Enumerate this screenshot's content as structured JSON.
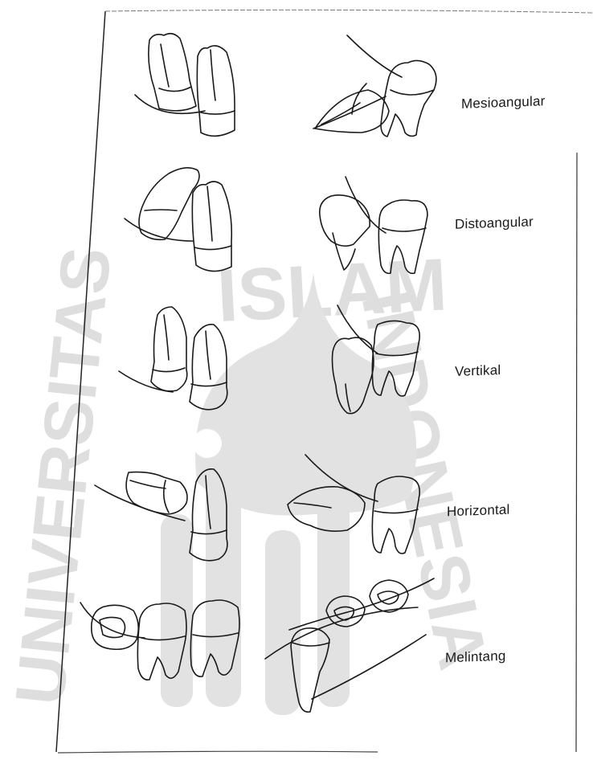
{
  "watermark": {
    "text_left": "UNIVERSITAS",
    "text_top": "ISLAM",
    "text_right": "INDONESIA",
    "color": "#dcdcdc"
  },
  "rows": [
    {
      "label": "Mesioangular"
    },
    {
      "label": "Distoangular"
    },
    {
      "label": "Vertikal"
    },
    {
      "label": "Horizontal"
    },
    {
      "label": "Melintang"
    }
  ],
  "colors": {
    "line": "#1a1a1a",
    "paper": "#ffffff"
  }
}
